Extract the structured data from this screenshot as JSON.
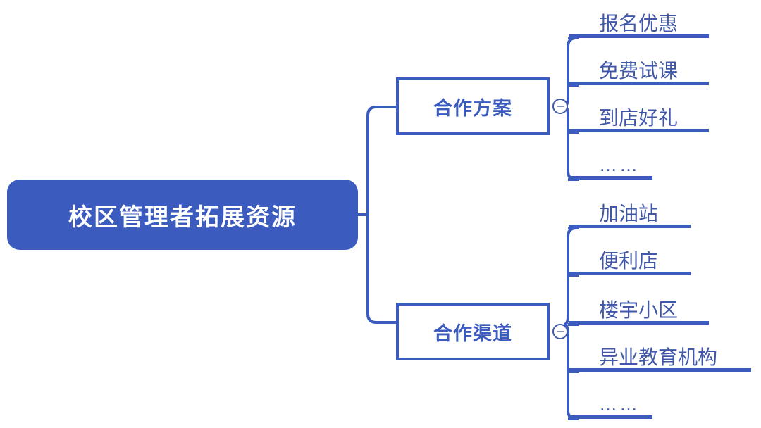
{
  "diagram": {
    "type": "mind-map",
    "title": "校区管理者拓展资源",
    "colors": {
      "root_fill": "#3B5BBF",
      "root_text": "#FFFFFF",
      "branch_border": "#3B5BBF",
      "branch_text": "#3B5BBF",
      "leaf_text": "#4158A8",
      "connector": "#3B5BBF",
      "background": "#FFFFFF"
    },
    "root": {
      "label": "校区管理者拓展资源"
    },
    "branches": [
      {
        "label": "合作方案",
        "toggle_icon": "minus-circle-icon",
        "toggle_state": "expanded",
        "leaves": [
          {
            "label": "报名优惠"
          },
          {
            "label": "免费试课"
          },
          {
            "label": "到店好礼"
          },
          {
            "label": "……"
          }
        ]
      },
      {
        "label": "合作渠道",
        "toggle_icon": "minus-circle-icon",
        "toggle_state": "expanded",
        "leaves": [
          {
            "label": "加油站"
          },
          {
            "label": "便利店"
          },
          {
            "label": "楼宇小区"
          },
          {
            "label": "异业教育机构"
          },
          {
            "label": "……"
          }
        ]
      }
    ]
  }
}
